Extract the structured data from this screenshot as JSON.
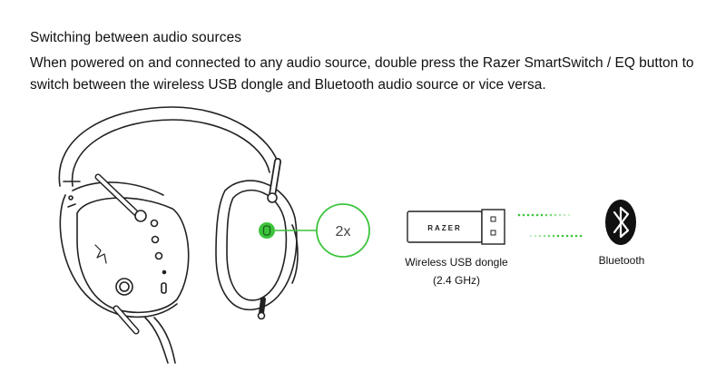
{
  "heading": "Switching between audio sources",
  "paragraph": "When powered on and connected to any audio source, double press the Razer SmartSwitch / EQ button to switch between the wireless USB dongle and Bluetooth audio source or vice versa.",
  "callout_label": "2x",
  "dongle_brand": "RAZER",
  "dongle_label_line1": "Wireless USB dongle",
  "dongle_label_line2": "(2.4 GHz)",
  "bluetooth_label": "Bluetooth",
  "colors": {
    "accent_green": "#3cc43c",
    "line_art": "#222222",
    "text": "#111111"
  },
  "icons": [
    "headset-illustration",
    "smartswitch-button-icon",
    "usb-dongle-icon",
    "bluetooth-icon"
  ]
}
